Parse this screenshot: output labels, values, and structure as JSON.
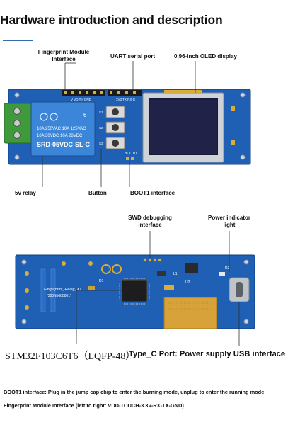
{
  "heading": "Hardware introduction and description",
  "top_labels": {
    "fingerprint_line1": "Fingerprint Module",
    "fingerprint_line2": "Interface",
    "uart": "UART serial port",
    "oled": "0.96-inch OLED display",
    "relay": "5v relay",
    "button": "Button",
    "boot1": "BOOT1 interface"
  },
  "bottom_labels": {
    "swd_line1": "SWD debugging",
    "swd_line2": "interface",
    "power_line1": "Power indicator",
    "power_line2": "light",
    "chip": "STM32F103C6T6（LQFP-48）",
    "typec": "Type_C Port: Power supply USB interface"
  },
  "board_text": {
    "relay_model": "SRD-05VDC-SL-C",
    "relay_spec1": "10A 250VAC  10A 125VAC",
    "relay_spec2": "10A  30VDC  10A  28VDC",
    "relay_num": "6",
    "pin_header": "V VD TH GND",
    "uart_header": "3V3 TX RX G",
    "boot_mark": "BOOT0",
    "btn1": "S1",
    "btn2": "S2",
    "btn3": "S3",
    "back_name": "Fingerprint_Relay_X1",
    "back_date": "(303N5688801)",
    "back_d1": "D1",
    "back_l1": "L1",
    "back_u2": "U2",
    "back_r2": "R2"
  },
  "notes": {
    "boot1": "BOOT1 interface: Plug in the jump cap chip to enter the burning mode, unplug to enter the running mode",
    "fingerprint": "Fingerprint Module Interface (left to right: VDD-TOUCH-3.3V-RX-TX-GND)"
  },
  "colors": {
    "pcb": "#1f5fb4",
    "pcb_dark": "#123f86",
    "relay": "#3b86d8",
    "terminal": "#3f9a3c",
    "oled": "#1a1a3a",
    "gold": "#d8ad3c",
    "leader": "#333333"
  }
}
